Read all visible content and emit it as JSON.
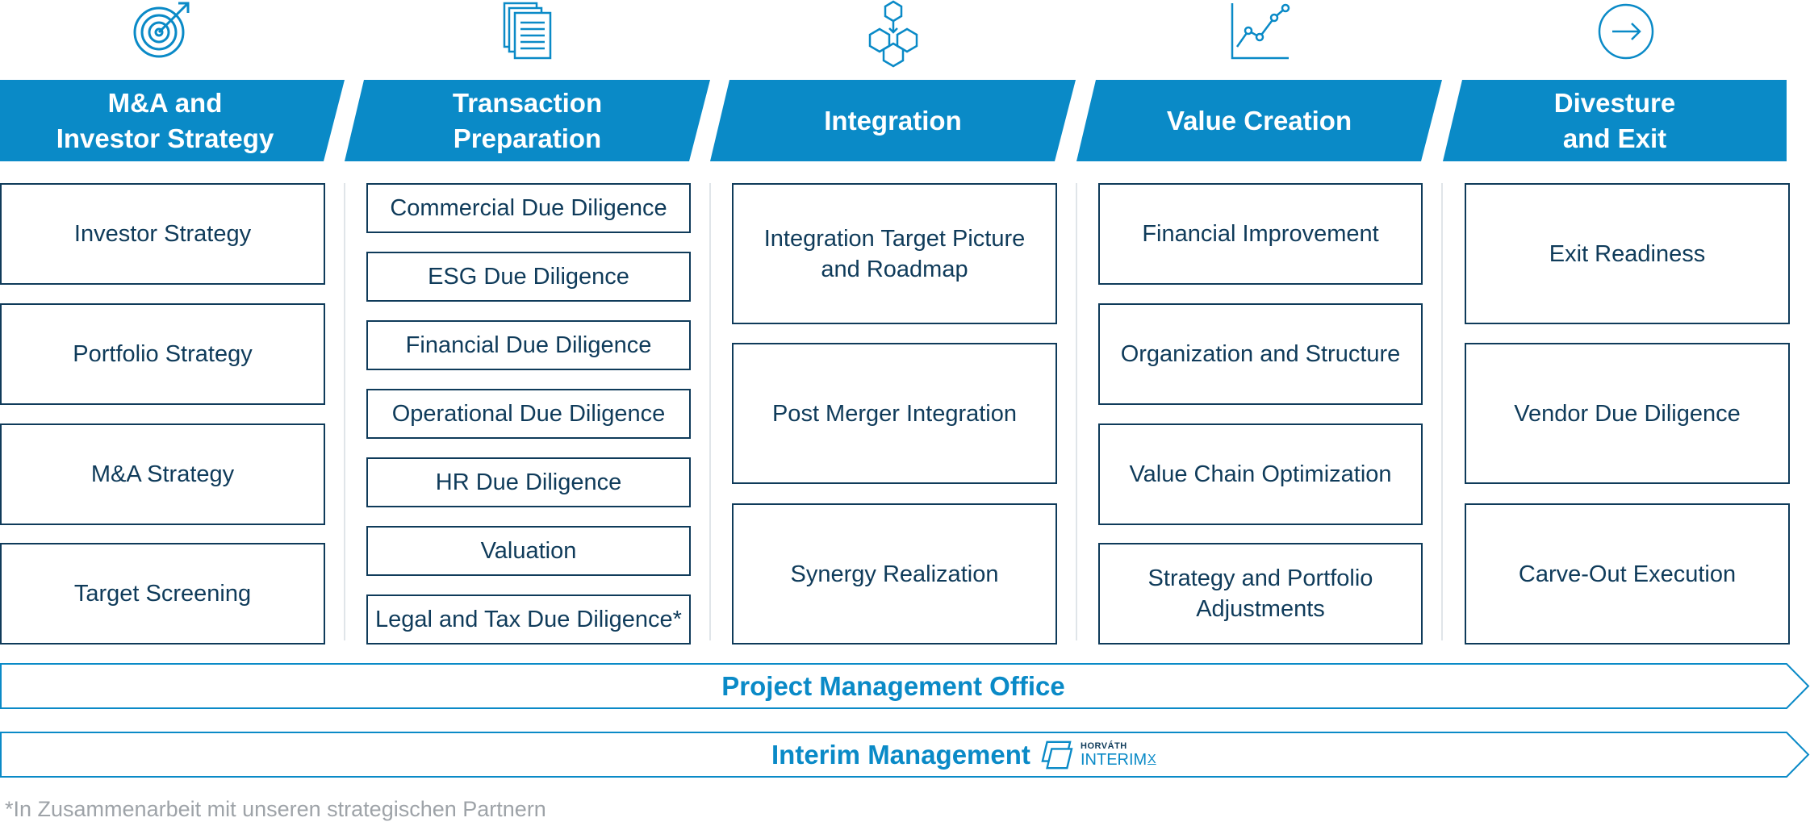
{
  "columns": [
    {
      "icon": "target-icon",
      "title": "M&A and\nInvestor Strategy",
      "items": [
        "Investor Strategy",
        "Portfolio Strategy",
        "M&A Strategy",
        "Target Screening"
      ]
    },
    {
      "icon": "documents-icon",
      "title": "Transaction\nPreparation",
      "items": [
        "Commercial Due Diligence",
        "ESG Due Diligence",
        "Financial Due Diligence",
        "Operational Due Diligence",
        "HR Due Diligence",
        "Valuation",
        "Legal and Tax Due Diligence*"
      ]
    },
    {
      "icon": "hexagon-network-icon",
      "title": "Integration",
      "items": [
        "Integration Target Picture\nand Roadmap",
        "Post Merger Integration",
        "Synergy Realization"
      ]
    },
    {
      "icon": "line-chart-icon",
      "title": "Value Creation",
      "items": [
        "Financial Improvement",
        "Organization and Structure",
        "Value Chain Optimization",
        "Strategy and Portfolio\nAdjustments"
      ]
    },
    {
      "icon": "arrow-circle-icon",
      "title": "Divesture\nand Exit",
      "items": [
        "Exit Readiness",
        "Vendor Due Diligence",
        "Carve-Out Execution"
      ]
    }
  ],
  "bars": {
    "pmo": "Project Management Office",
    "interim": "Interim Management"
  },
  "logo": {
    "brand": "HORVÁTH",
    "name": "INTERIM",
    "suffix": "X"
  },
  "footnote": "*In Zusammenarbeit mit unseren strategischen Partnern",
  "colors": {
    "header": "#0a8ac7",
    "card_border": "#0f3b5a",
    "bar_text": "#0a8ac7",
    "footnote": "#9ea3a8"
  }
}
